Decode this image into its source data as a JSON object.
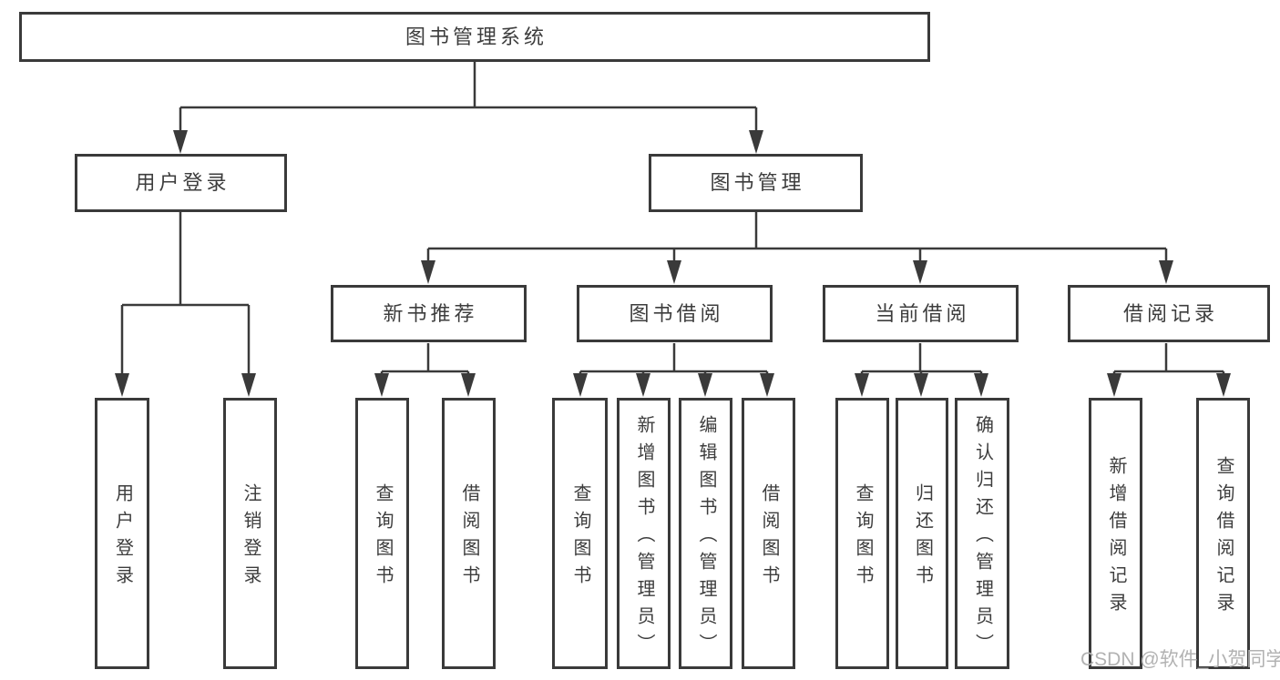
{
  "diagram": {
    "root": {
      "label": "图书管理系统"
    },
    "level2": {
      "user_login": {
        "label": "用户登录"
      },
      "book_mgmt": {
        "label": "图书管理"
      }
    },
    "level3": {
      "new_book": {
        "label": "新书推荐"
      },
      "book_borrow": {
        "label": "图书借阅"
      },
      "current_borrow": {
        "label": "当前借阅"
      },
      "borrow_record": {
        "label": "借阅记录"
      }
    },
    "leaves": {
      "user_login": {
        "label": "用户登录"
      },
      "logout": {
        "label": "注销登录"
      },
      "rec_query": {
        "label": "查询图书"
      },
      "rec_borrow": {
        "label": "借阅图书"
      },
      "bb_query": {
        "label": "查询图书"
      },
      "bb_add": {
        "label": "新增图书（管理员）"
      },
      "bb_edit": {
        "label": "编辑图书（管理员）"
      },
      "bb_borrow": {
        "label": "借阅图书"
      },
      "cb_query": {
        "label": "查询图书"
      },
      "cb_return": {
        "label": "归还图书"
      },
      "cb_confirm": {
        "label": "确认归还（管理员）"
      },
      "br_add": {
        "label": "新增借阅记录"
      },
      "br_query": {
        "label": "查询借阅记录"
      }
    }
  },
  "watermark": {
    "text": "CSDN @软件_小贺同学"
  },
  "colors": {
    "line": "#3a3a3a",
    "text": "#3d3d3d",
    "watermark": "#b2b2b2",
    "background": "#ffffff"
  }
}
